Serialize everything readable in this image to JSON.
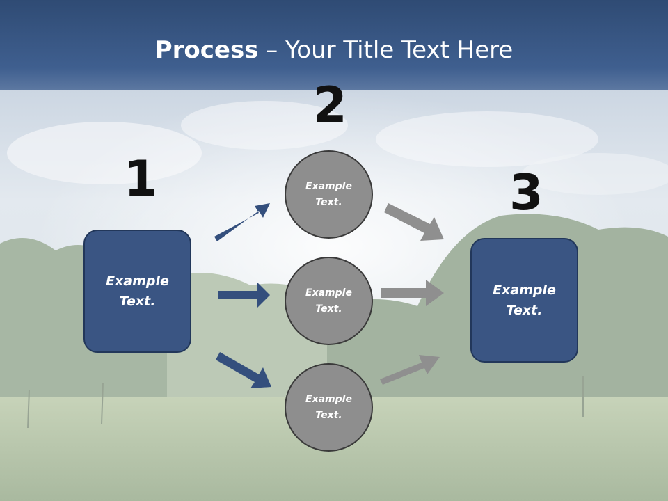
{
  "slide": {
    "title_bold": "Process",
    "title_rest": " – Your Title Text Here"
  },
  "steps": {
    "n1": "1",
    "n2": "2",
    "n3": "3"
  },
  "nodes": {
    "left_box": "Example Text.",
    "circle_top": "Example Text.",
    "circle_mid": "Example Text.",
    "circle_bottom": "Example Text.",
    "right_box": "Example Text."
  },
  "colors": {
    "blue_arrow": "#344f7d",
    "gray_arrow": "#8f8f8f",
    "box_fill": "#3a5583",
    "circle_fill": "#8e8e8e",
    "title_band": "#3f5f8f"
  }
}
